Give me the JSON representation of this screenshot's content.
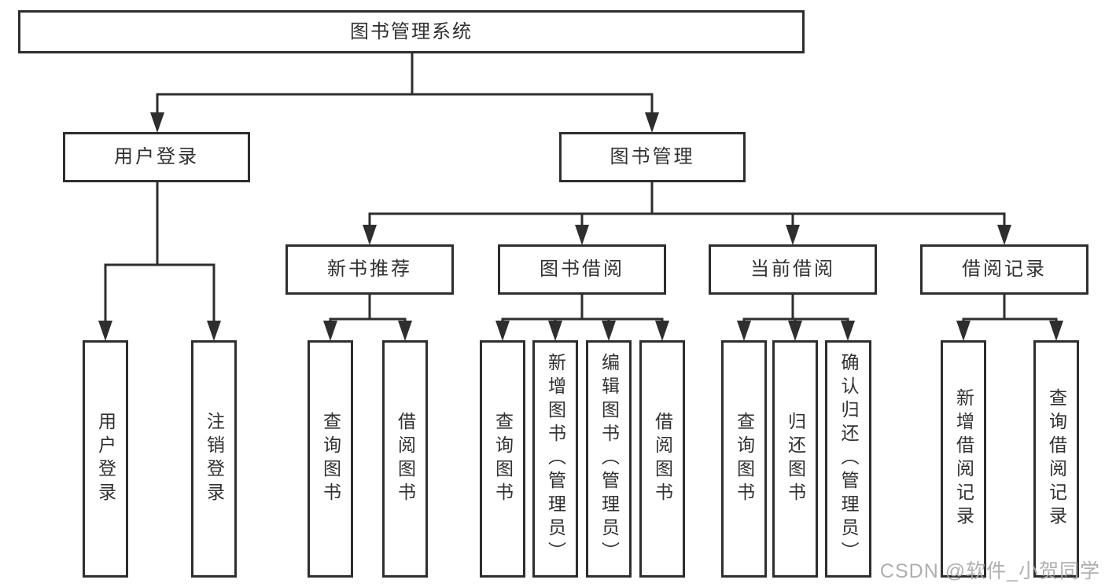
{
  "diagram": {
    "type": "hierarchy-structure-chart",
    "root": {
      "label": "图书管理系统"
    },
    "branches": [
      {
        "label": "用户登录",
        "children": [
          {
            "label": "用户登录"
          },
          {
            "label": "注销登录"
          }
        ]
      },
      {
        "label": "图书管理",
        "children": [
          {
            "label": "新书推荐",
            "children": [
              {
                "label": "查询图书"
              },
              {
                "label": "借阅图书"
              }
            ]
          },
          {
            "label": "图书借阅",
            "children": [
              {
                "label": "查询图书"
              },
              {
                "label": "新增图书（管理员）"
              },
              {
                "label": "编辑图书（管理员）"
              },
              {
                "label": "借阅图书"
              }
            ]
          },
          {
            "label": "当前借阅",
            "children": [
              {
                "label": "查询图书"
              },
              {
                "label": "归还图书"
              },
              {
                "label": "确认归还（管理员）"
              }
            ]
          },
          {
            "label": "借阅记录",
            "children": [
              {
                "label": "新增借阅记录"
              },
              {
                "label": "查询借阅记录"
              }
            ]
          }
        ]
      }
    ],
    "watermark": "CSDN @软件_小贺同学",
    "colors": {
      "line": "#2e2e2e",
      "box_border": "#2e2e2e",
      "box_background": "#ffffff",
      "text": "#303030",
      "watermark": "#a8a8a8"
    }
  }
}
